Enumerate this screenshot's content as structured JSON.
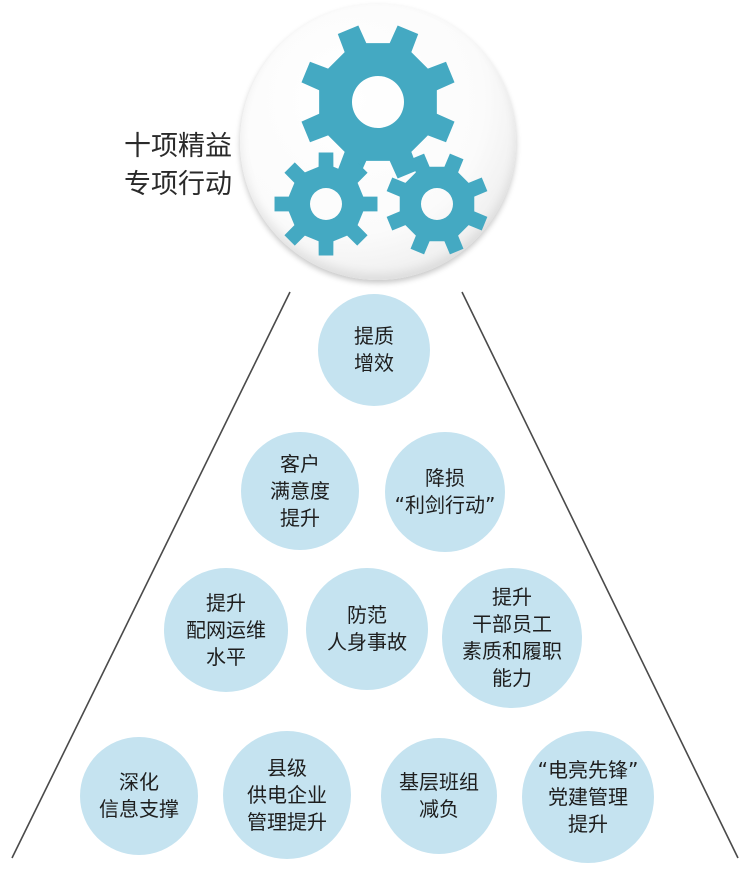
{
  "title": {
    "lines": [
      "十项精益",
      "专项行动"
    ]
  },
  "colors": {
    "gear": "#44a9c2",
    "node": "#c5e3f0",
    "edge": "#4a4a4a",
    "text": "#1e1e1e"
  },
  "icons": {
    "hub": "gears-icon"
  },
  "nodes": [
    {
      "id": "quality-efficiency",
      "lines": [
        "提质",
        "增效"
      ]
    },
    {
      "id": "customer-satisfaction",
      "lines": [
        "客户",
        "满意度",
        "提升"
      ]
    },
    {
      "id": "loss-reduction",
      "lines": [
        "降损",
        "“利剑行动”"
      ]
    },
    {
      "id": "distribution-network",
      "lines": [
        "提升",
        "配网运维",
        "水平"
      ]
    },
    {
      "id": "accident-prevention",
      "lines": [
        "防范",
        "人身事故"
      ]
    },
    {
      "id": "staff-quality",
      "lines": [
        "提升",
        "干部员工",
        "素质和履职",
        "能力"
      ]
    },
    {
      "id": "informatization",
      "lines": [
        "深化",
        "信息支撑"
      ]
    },
    {
      "id": "county-enterprise",
      "lines": [
        "县级",
        "供电企业",
        "管理提升"
      ]
    },
    {
      "id": "team-burden",
      "lines": [
        "基层班组",
        "减负"
      ]
    },
    {
      "id": "party-building",
      "lines": [
        "“电亮先锋”",
        "党建管理",
        "提升"
      ]
    }
  ]
}
